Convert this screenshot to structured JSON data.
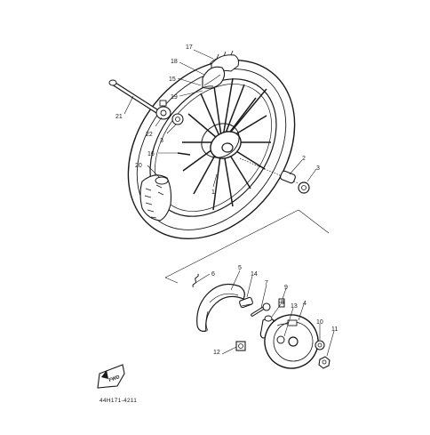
{
  "diagram": {
    "part_code": "44H171-4211",
    "fwd_label": "FWD",
    "callouts": [
      {
        "id": "17",
        "label": "17"
      },
      {
        "id": "18",
        "label": "18"
      },
      {
        "id": "15",
        "label": "15"
      },
      {
        "id": "19",
        "label": "19"
      },
      {
        "id": "21",
        "label": "21"
      },
      {
        "id": "22",
        "label": "22"
      },
      {
        "id": "3a",
        "label": "3"
      },
      {
        "id": "16",
        "label": "16"
      },
      {
        "id": "20",
        "label": "20"
      },
      {
        "id": "1",
        "label": "1"
      },
      {
        "id": "2",
        "label": "2"
      },
      {
        "id": "3b",
        "label": "3"
      },
      {
        "id": "6",
        "label": "6"
      },
      {
        "id": "5",
        "label": "5"
      },
      {
        "id": "14",
        "label": "14"
      },
      {
        "id": "7",
        "label": "7"
      },
      {
        "id": "9",
        "label": "9"
      },
      {
        "id": "8",
        "label": "8"
      },
      {
        "id": "13",
        "label": "13"
      },
      {
        "id": "4",
        "label": "4"
      },
      {
        "id": "10",
        "label": "10"
      },
      {
        "id": "11",
        "label": "11"
      },
      {
        "id": "12",
        "label": "12"
      }
    ]
  }
}
